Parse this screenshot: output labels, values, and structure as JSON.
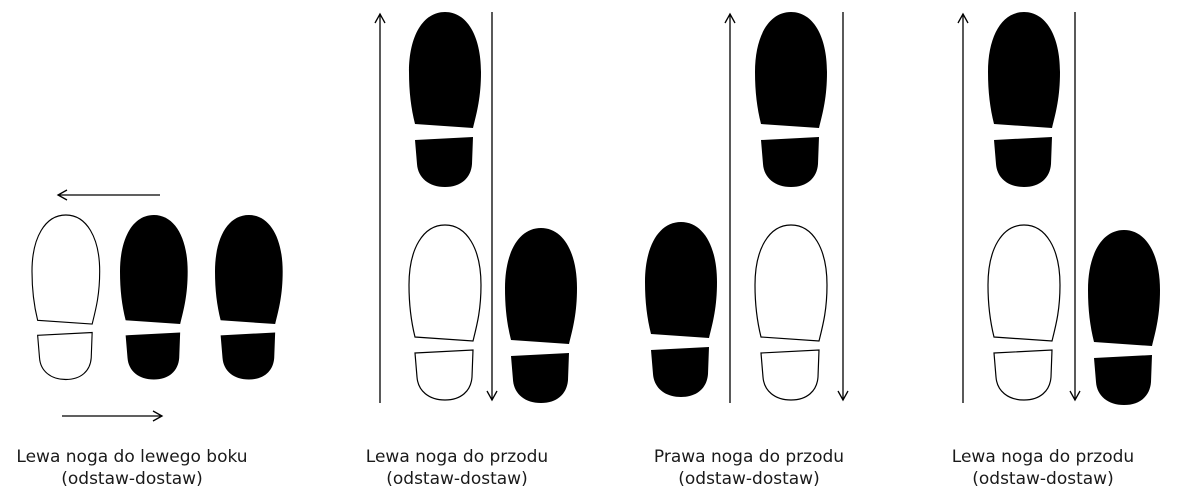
{
  "colors": {
    "filled_foot": "#000000",
    "outline_foot": "#ffffff",
    "stroke": "#000000"
  },
  "panels": [
    {
      "caption_line1": "Lewa noga do lewego boku",
      "caption_line2": "(odstaw-dostaw)"
    },
    {
      "caption_line1": "Lewa noga do przodu",
      "caption_line2": "(odstaw-dostaw)"
    },
    {
      "caption_line1": "Prawa noga do przodu",
      "caption_line2": "(odstaw-dostaw)"
    },
    {
      "caption_line1": "Lewa noga do przodu",
      "caption_line2": "(odstaw-dostaw)"
    }
  ]
}
